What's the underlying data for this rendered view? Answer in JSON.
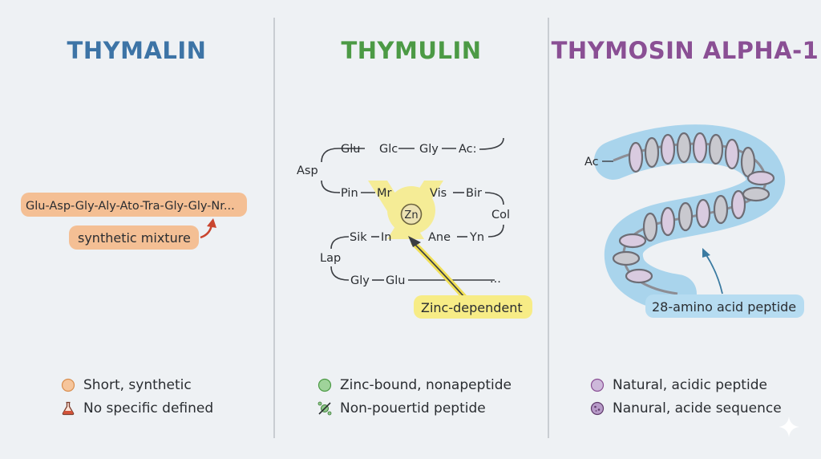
{
  "panels": {
    "thymalin": {
      "title": "THYMALIN",
      "title_color": "#3d74a6",
      "sequence": "Glu-Asp-Gly-Aly-Ato-Tra-Gly-Gly-Nr...",
      "callout": "synthetic mixture",
      "legend": [
        {
          "text": "Short, synthetic",
          "icon": "orange-circle-icon",
          "color": "#f3b27a"
        },
        {
          "text": "No specific defined",
          "icon": "flask-icon",
          "color": "#c9452f"
        }
      ]
    },
    "thymulin": {
      "title": "THYMULIN",
      "title_color": "#4c9a45",
      "nodes": {
        "glu_top": "Glu",
        "glc": "Glc",
        "gly_top": "Gly",
        "ac": "Ac:",
        "asp": "Asp",
        "pin": "Pin",
        "mr": "Mr",
        "vis": "Vis",
        "bir": "Bir",
        "zn": "Zn",
        "col": "Col",
        "sik": "Sik",
        "in": "In",
        "ane": "Ane",
        "yn": "Yn",
        "lap": "Lap",
        "gly_bottom": "Gly",
        "glu_bottom": "Glu",
        "ellipsis": "..."
      },
      "callout": "Zinc-dependent",
      "legend": [
        {
          "text": "Zinc-bound, nonapeptide",
          "icon": "green-circle-icon",
          "color": "#8fc98a"
        },
        {
          "text": "Non-pouertid peptide",
          "icon": "molecule-crossed-icon",
          "color": "#4c9a45"
        }
      ]
    },
    "thymosin": {
      "title": "THYMOSIN ALPHA-1",
      "title_color": "#8a4f94",
      "n_term": "Ac",
      "callout": "28-amino acid peptide",
      "legend": [
        {
          "text": "Natural, acidic peptide",
          "icon": "purple-circle-icon",
          "color": "#c9b3d6"
        },
        {
          "text": "Nanural, acide sequence",
          "icon": "purple-blob-icon",
          "color": "#b79ac8"
        }
      ]
    }
  }
}
